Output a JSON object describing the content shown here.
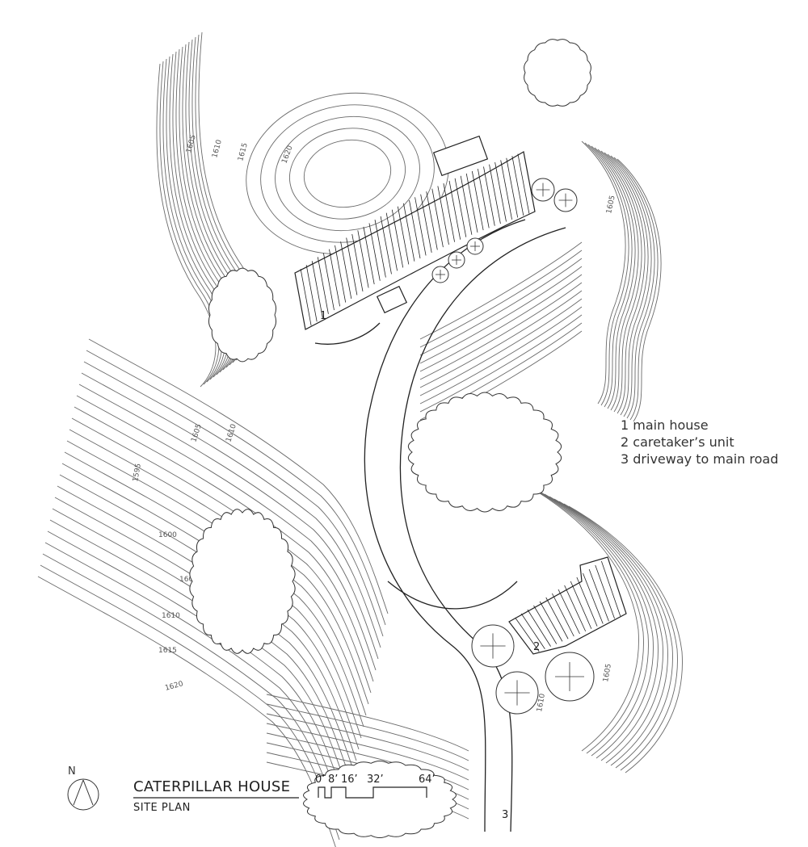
{
  "title": "CATERPILLAR HOUSE",
  "subtitle": "SITE PLAN",
  "north_label": "N",
  "legend": [
    "1 main house",
    "2 caretaker’s unit",
    "3 driveway to main road"
  ],
  "building_numbers": {
    "main_house": "1",
    "caretaker_unit": "2",
    "driveway": "3"
  },
  "scale_labels": [
    "0’",
    "8’",
    "16’",
    "32’",
    "64’"
  ],
  "contour_labels": [
    "1605",
    "1610",
    "1615",
    "1620",
    "1605",
    "1605",
    "1610",
    "1595",
    "1600",
    "1605",
    "1610",
    "1615",
    "1620",
    "1605",
    "1610"
  ]
}
